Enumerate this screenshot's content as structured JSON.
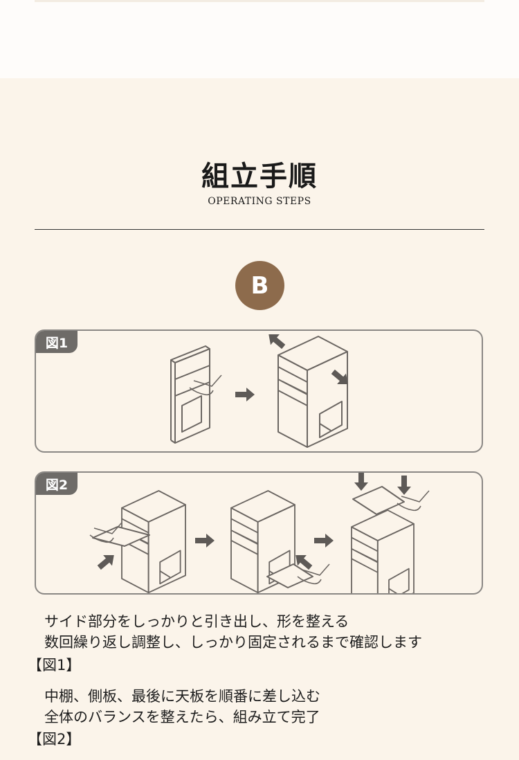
{
  "header": {
    "title": "組立手順",
    "subtitle": "OPERATING STEPS"
  },
  "step_badge": "B",
  "figures": [
    {
      "label": "図1"
    },
    {
      "label": "図2"
    }
  ],
  "instructions": {
    "fig1_line1": "サイド部分をしっかりと引き出し、形を整える",
    "fig1_line2": "数回繰り返し調整し、しっかり固定されるまで確認します",
    "fig1_ref": "【図1】",
    "fig2_line1": "中棚、側板、最後に天板を順番に差し込む",
    "fig2_line2": "全体のバランスを整えたら、組み立て完了",
    "fig2_ref": "【図2】"
  },
  "colors": {
    "background": "#fbf4ea",
    "badge": "#8d6b4c",
    "tab": "#6e6b68",
    "line": "#6b6662"
  }
}
